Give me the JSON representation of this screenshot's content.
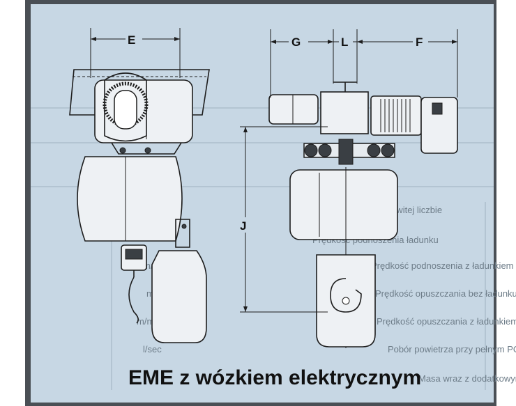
{
  "diagram": {
    "dimension_labels": {
      "E": "E",
      "G": "G",
      "L": "L",
      "F": "F",
      "J": "J"
    },
    "caption": "EME z wózkiem elektrycznym",
    "background_text_lines": [
      "POR przy całkowitej liczbie",
      "Prędkość podnoszenia ładunku",
      "Prędkość podnoszenia z ładunkiem",
      "Prędkość opuszczania bez ładunku",
      "Prędkość opuszczania z ładunkiem",
      "Pobór powietrza przy pełnym POR",
      "Masa wraz z dodatkowym"
    ],
    "background_unit_labels": [
      "m/min",
      "m/min",
      "m/min",
      "l/sec"
    ],
    "colors": {
      "frame": "#4a4f55",
      "paper": "#c7d7e4",
      "line": "#1d1d1d"
    }
  }
}
